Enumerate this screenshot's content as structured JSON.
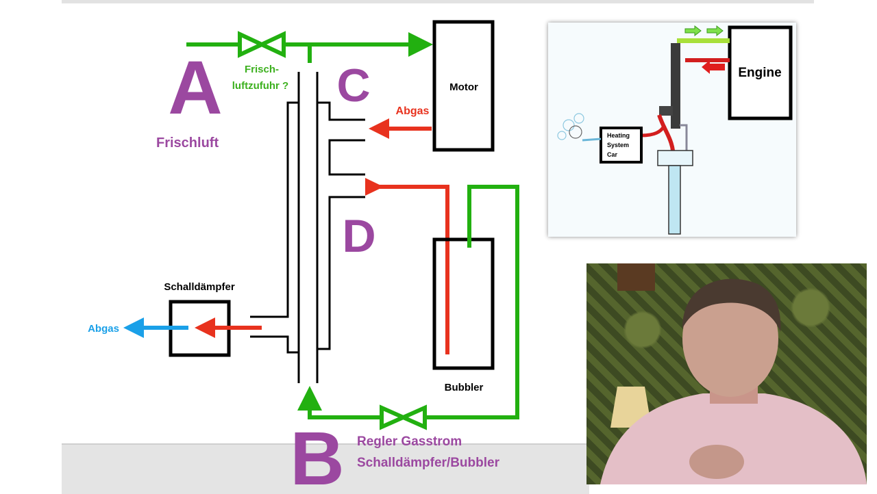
{
  "diagram": {
    "label_a": "A",
    "label_b": "B",
    "label_c": "C",
    "label_d": "D",
    "fresh_air_valve_label_1": "Frisch-",
    "fresh_air_valve_label_2": "luftzufuhr ?",
    "frischluft": "Frischluft",
    "motor": "Motor",
    "abgas_motor": "Abgas",
    "schalldaempfer": "Schalldämpfer",
    "abgas_out": "Abgas",
    "bubbler": "Bubbler",
    "regler_1": "Regler Gasstrom",
    "regler_2": "Schalldämpfer/Bubbler"
  },
  "inset": {
    "engine": "Engine",
    "heating_1": "Heating",
    "heating_2": "System",
    "heating_3": "Car"
  },
  "colors": {
    "green": "#22b010",
    "red": "#e8321e",
    "purple": "#9b48a0",
    "blue": "#1aa0e8"
  }
}
